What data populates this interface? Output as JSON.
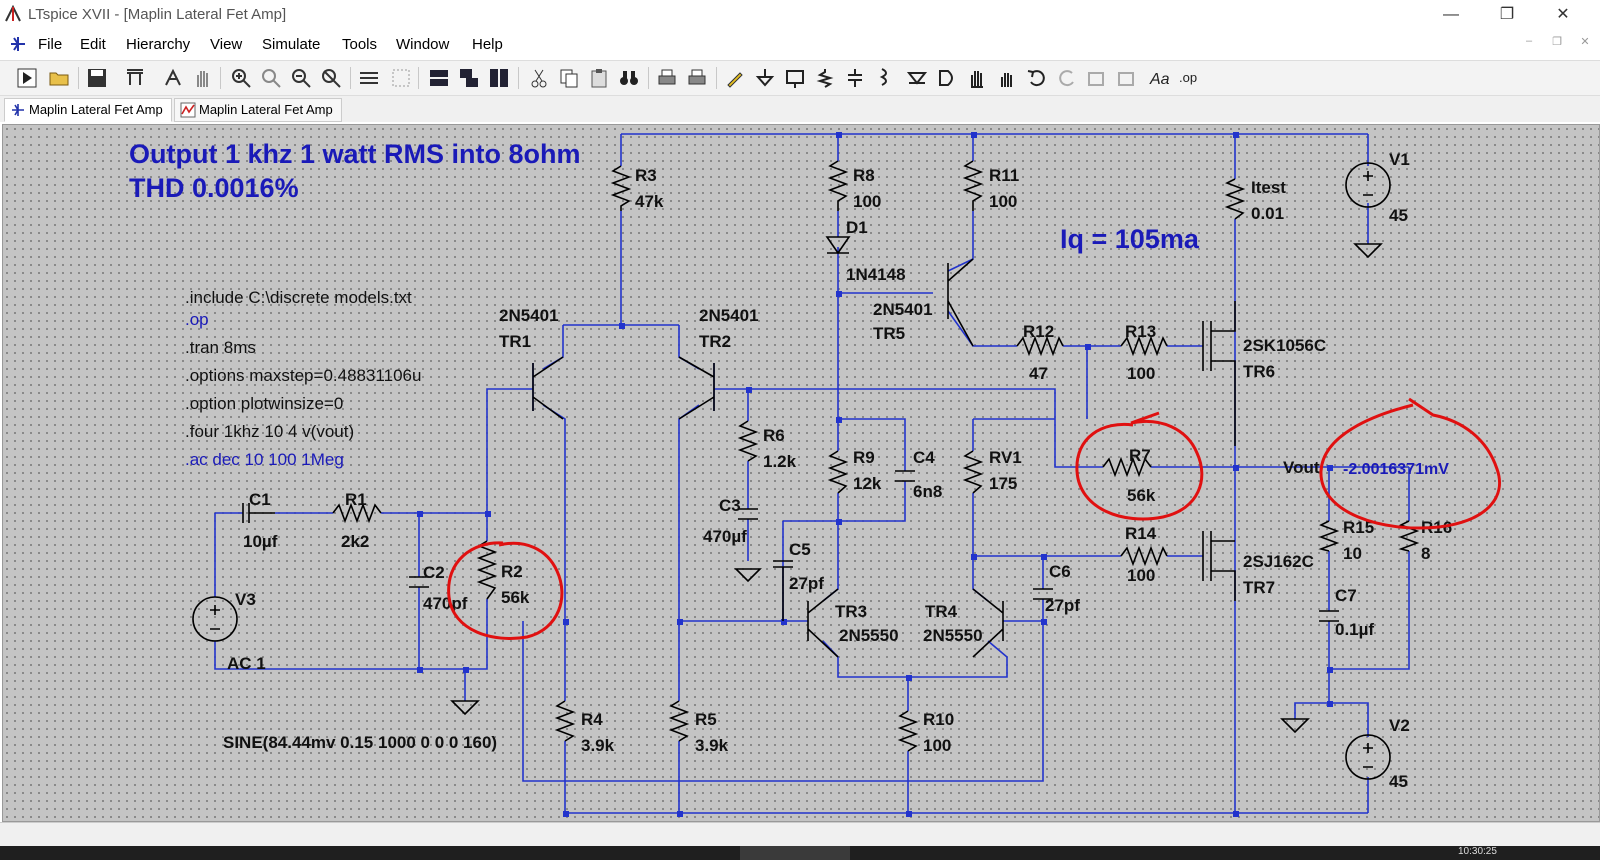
{
  "window": {
    "title": "LTspice XVII - [Maplin Lateral Fet Amp]",
    "minimize_glyph": "—",
    "maximize_glyph": "❐",
    "close_glyph": "✕"
  },
  "menu": {
    "items": [
      "File",
      "Edit",
      "Hierarchy",
      "View",
      "Simulate",
      "Tools",
      "Window",
      "Help"
    ],
    "mdi_minimize": "–",
    "mdi_restore": "❐",
    "mdi_close": "✕"
  },
  "tabs": [
    {
      "label": "Maplin Lateral Fet Amp",
      "icon": "schematic-icon"
    },
    {
      "label": "Maplin Lateral Fet Amp",
      "icon": "waveform-icon"
    }
  ],
  "schematic": {
    "heading_line1": "Output 1 khz 1 watt RMS into 8ohm",
    "heading_line2": "THD 0.0016%",
    "iq_note": "Iq = 105ma",
    "directives": [
      ".include C:\\discrete models.txt",
      ".op",
      ".tran 8ms",
      ".options maxstep=0.48831106u",
      ".option plotwinsize=0",
      ".four 1khz 10 4 v(vout)",
      ".ac dec 10 100 1Meg"
    ],
    "source_spec": "SINE(84.44mv 0.15 1000 0 0 0 160)",
    "vout_label": "Vout",
    "vout_reading": "-2.0016371mV",
    "components": {
      "R1": {
        "name": "R1",
        "value": "2k2"
      },
      "R2": {
        "name": "R2",
        "value": "56k"
      },
      "R3": {
        "name": "R3",
        "value": "47k"
      },
      "R4": {
        "name": "R4",
        "value": "3.9k"
      },
      "R5": {
        "name": "R5",
        "value": "3.9k"
      },
      "R6": {
        "name": "R6",
        "value": "1.2k"
      },
      "R7": {
        "name": "R7",
        "value": "56k"
      },
      "R8": {
        "name": "R8",
        "value": "100"
      },
      "R9": {
        "name": "R9",
        "value": "12k"
      },
      "R10": {
        "name": "R10",
        "value": "100"
      },
      "R11": {
        "name": "R11",
        "value": "100"
      },
      "R12": {
        "name": "R12",
        "value": "47"
      },
      "R13": {
        "name": "R13",
        "value": "100"
      },
      "R14": {
        "name": "R14",
        "value": "100"
      },
      "R15": {
        "name": "R15",
        "value": "10"
      },
      "R16": {
        "name": "R16",
        "value": "8"
      },
      "RV1": {
        "name": "RV1",
        "value": "175"
      },
      "C1": {
        "name": "C1",
        "value": "10µf"
      },
      "C2": {
        "name": "C2",
        "value": "470pf"
      },
      "C3": {
        "name": "C3",
        "value": "470µf"
      },
      "C4": {
        "name": "C4",
        "value": "6n8"
      },
      "C5": {
        "name": "C5",
        "value": "27pf"
      },
      "C6": {
        "name": "C6",
        "value": "27pf"
      },
      "C7": {
        "name": "C7",
        "value": "0.1µf"
      },
      "D1": {
        "name": "D1",
        "value": "1N4148"
      },
      "TR1": {
        "name": "TR1",
        "value": "2N5401"
      },
      "TR2": {
        "name": "TR2",
        "value": "2N5401"
      },
      "TR3": {
        "name": "TR3",
        "value": "2N5550"
      },
      "TR4": {
        "name": "TR4",
        "value": "2N5550"
      },
      "TR5": {
        "name": "TR5",
        "value": "2N5401"
      },
      "TR6": {
        "name": "TR6",
        "value": "2SK1056C"
      },
      "TR7": {
        "name": "TR7",
        "value": "2SJ162C"
      },
      "V1": {
        "name": "V1",
        "value": "45"
      },
      "V2": {
        "name": "V2",
        "value": "45"
      },
      "V3": {
        "name": "V3",
        "value": "AC 1"
      },
      "Itest": {
        "name": "Itest",
        "value": "0.01"
      }
    }
  },
  "taskbar": {
    "clock": "10:30:25"
  },
  "colors": {
    "wire": "#2233cc",
    "component": "#000000",
    "heading": "#1a1ab8",
    "annotation": "#e01010",
    "canvas": "#c4c4c4"
  }
}
